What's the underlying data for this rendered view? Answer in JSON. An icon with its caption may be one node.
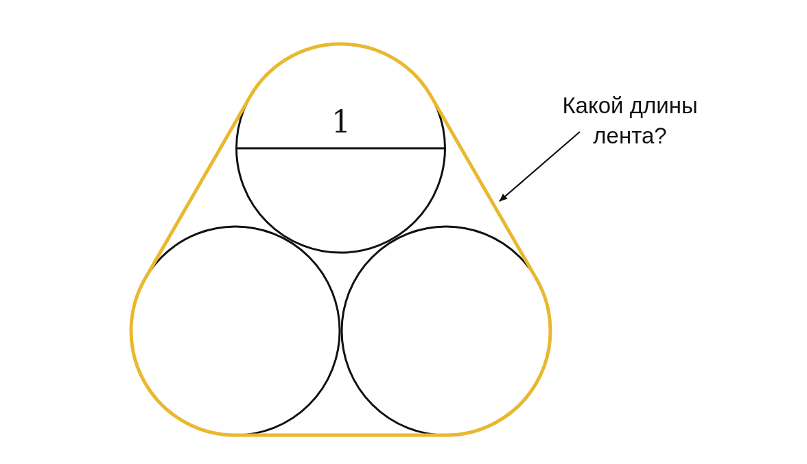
{
  "diagram": {
    "nodes": [
      {
        "text": [
          "Какой длины лента?"
        ]
      },
      {
        "text": [],
        "shape": "loop"
      }
    ],
    "edges": [
      {
        "from": 0,
        "to": 1,
        "arrow": "to"
      }
    ],
    "labels": [
      "1"
    ]
  }
}
